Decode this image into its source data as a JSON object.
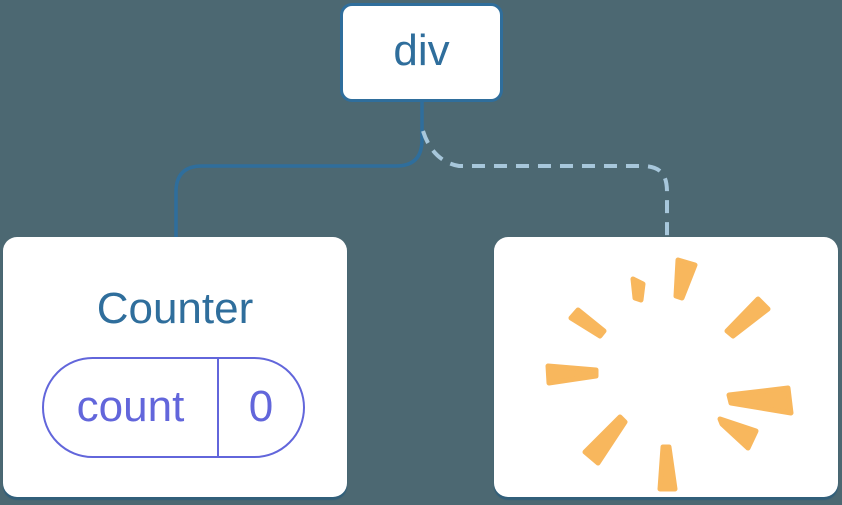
{
  "background": "#4C6872",
  "colors": {
    "node_stroke": "#2F6E9C",
    "node_text": "#2F6E9C",
    "solid_link": "#2F6E9C",
    "dashed_link": "#A7C7DB",
    "state_accent": "#6266DB",
    "burst": "#F8B75D",
    "card_bg": "#FFFFFF"
  },
  "tree": {
    "root": {
      "label": "div"
    },
    "children": [
      {
        "id": "counter",
        "title": "Counter",
        "state": {
          "key": "count",
          "value": "0"
        },
        "link_style": "solid"
      },
      {
        "id": "removed",
        "icon": "poof-burst-icon",
        "link_style": "dashed"
      }
    ]
  }
}
